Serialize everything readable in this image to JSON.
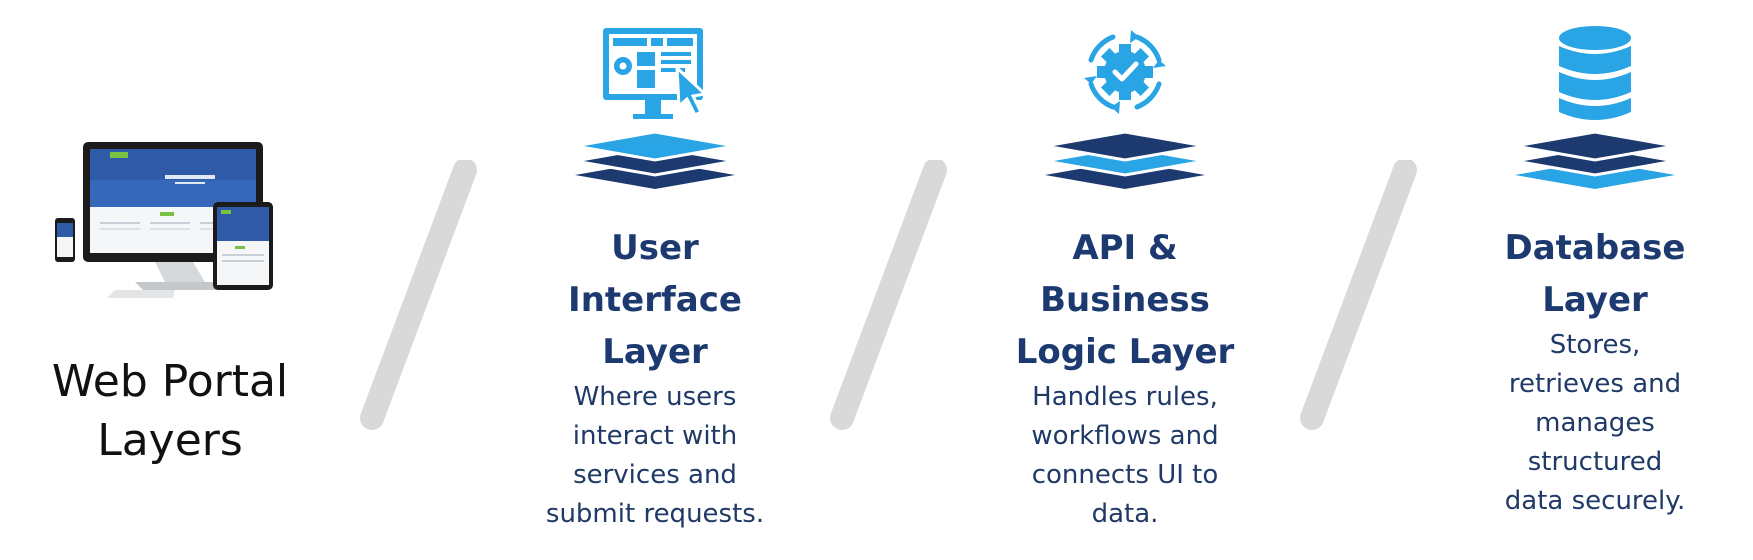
{
  "portal": {
    "title_line1": "Web Portal",
    "title_line2": "Layers"
  },
  "layers": [
    {
      "title_lines": [
        "User",
        "Interface",
        "Layer"
      ],
      "description_lines": [
        "Where users",
        "interact with",
        "services and",
        "submit requests."
      ],
      "icon": "monitor-dashboard-cursor-icon",
      "stack_icon": "layer-stack-icon"
    },
    {
      "title_lines": [
        "API &",
        "Business",
        "Logic Layer"
      ],
      "description_lines": [
        "Handles rules,",
        "workflows and",
        "connects UI to",
        "data."
      ],
      "icon": "gear-check-cycle-icon",
      "stack_icon": "layer-stack-icon"
    },
    {
      "title_lines": [
        "Database",
        "Layer"
      ],
      "description_lines": [
        "Stores,",
        "retrieves and",
        "manages",
        "structured",
        "data securely."
      ],
      "icon": "database-icon",
      "stack_icon": "layer-stack-icon"
    }
  ],
  "colors": {
    "light_blue": "#29a4e4",
    "dark_navy": "#1c3a70",
    "divider_gray": "#d9d9d9",
    "portal_text": "#111111"
  }
}
